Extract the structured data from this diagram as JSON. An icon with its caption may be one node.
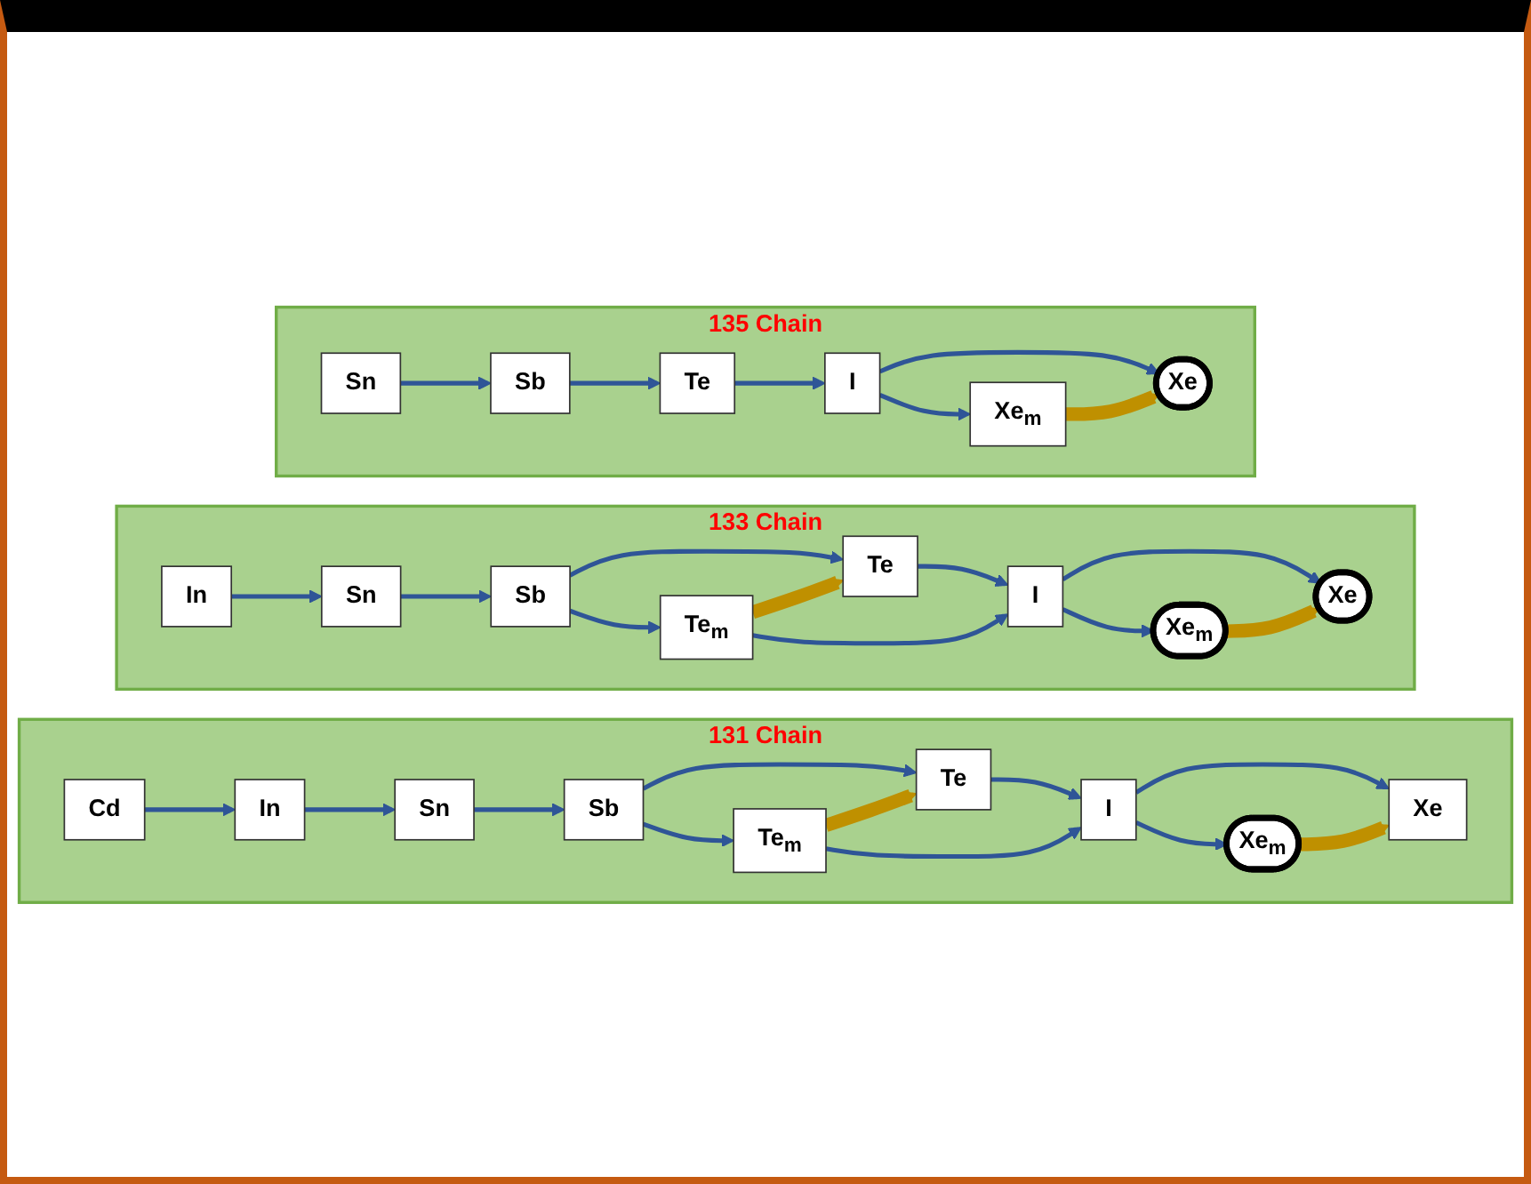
{
  "diagram": {
    "nodes": [
      {
        "text": [
          "135 Chain"
        ]
      },
      {
        "text": [
          "Sn"
        ],
        "in": 0
      },
      {
        "text": [
          "Sb"
        ],
        "in": 0
      },
      {
        "text": [
          "Te"
        ],
        "in": 0
      },
      {
        "text": [
          "I"
        ],
        "in": 0
      },
      {
        "text": [
          "Xe$_{m}$"
        ],
        "in": 0
      },
      {
        "text": [
          "Xe"
        ],
        "in": 0
      },
      {
        "text": [
          "133 Chain"
        ]
      },
      {
        "text": [
          "In"
        ],
        "in": 7
      },
      {
        "text": [
          "Sn"
        ],
        "in": 7
      },
      {
        "text": [
          "Sb"
        ],
        "in": 7
      },
      {
        "text": [
          "Te$_{m}$"
        ],
        "in": 7
      },
      {
        "text": [
          "Te"
        ],
        "in": 7
      },
      {
        "text": [
          "I"
        ],
        "in": 7
      },
      {
        "text": [
          "Xe$_{m}$"
        ],
        "in": 7
      },
      {
        "text": [
          "Xe"
        ],
        "in": 7
      },
      {
        "text": [
          "131 Chain"
        ]
      },
      {
        "text": [
          "Cd"
        ],
        "in": 16
      },
      {
        "text": [
          "In"
        ],
        "in": 16
      },
      {
        "text": [
          "Sn"
        ],
        "in": 16
      },
      {
        "text": [
          "Sb"
        ],
        "in": 16
      },
      {
        "text": [
          "Te$_{m}$"
        ],
        "in": 16
      },
      {
        "text": [
          "Te"
        ],
        "in": 16
      },
      {
        "text": [
          "I"
        ],
        "in": 16
      },
      {
        "text": [
          "Xe$_{m}$"
        ],
        "in": 16
      },
      {
        "text": [
          "Xe"
        ],
        "in": 16
      }
    ],
    "edges": [
      {
        "from": 1,
        "to": 2,
        "arrow": "to"
      },
      {
        "from": 2,
        "to": 3,
        "arrow": "to"
      },
      {
        "from": 3,
        "to": 4,
        "arrow": "to"
      },
      {
        "from": 4,
        "to": 6,
        "arrow": "to"
      },
      {
        "from": 4,
        "to": 5,
        "arrow": "to"
      },
      {
        "from": 5,
        "to": 6,
        "arrow": "to",
        "style": "thick",
        "color": "#bf9000"
      },
      {
        "from": 8,
        "to": 9,
        "arrow": "to"
      },
      {
        "from": 9,
        "to": 10,
        "arrow": "to"
      },
      {
        "from": 10,
        "to": 12,
        "arrow": "to"
      },
      {
        "from": 12,
        "to": 13,
        "arrow": "to"
      },
      {
        "from": 13,
        "to": 15,
        "arrow": "to"
      },
      {
        "from": 10,
        "to": 11,
        "arrow": "to"
      },
      {
        "from": 11,
        "to": 13,
        "arrow": "to"
      },
      {
        "from": 13,
        "to": 14,
        "arrow": "to"
      },
      {
        "from": 11,
        "to": 12,
        "arrow": "to",
        "style": "thick",
        "color": "#bf9000"
      },
      {
        "from": 14,
        "to": 15,
        "arrow": "to",
        "style": "thick",
        "color": "#bf9000"
      },
      {
        "from": 17,
        "to": 18,
        "arrow": "to"
      },
      {
        "from": 18,
        "to": 19,
        "arrow": "to"
      },
      {
        "from": 19,
        "to": 20,
        "arrow": "to"
      },
      {
        "from": 20,
        "to": 22,
        "arrow": "to"
      },
      {
        "from": 22,
        "to": 23,
        "arrow": "to"
      },
      {
        "from": 23,
        "to": 25,
        "arrow": "to"
      },
      {
        "from": 20,
        "to": 21,
        "arrow": "to"
      },
      {
        "from": 21,
        "to": 23,
        "arrow": "to"
      },
      {
        "from": 23,
        "to": 24,
        "arrow": "to"
      },
      {
        "from": 21,
        "to": 22,
        "arrow": "to",
        "style": "thick",
        "color": "#bf9000"
      },
      {
        "from": 24,
        "to": 25,
        "arrow": "to",
        "style": "thick",
        "color": "#bf9000"
      }
    ]
  }
}
